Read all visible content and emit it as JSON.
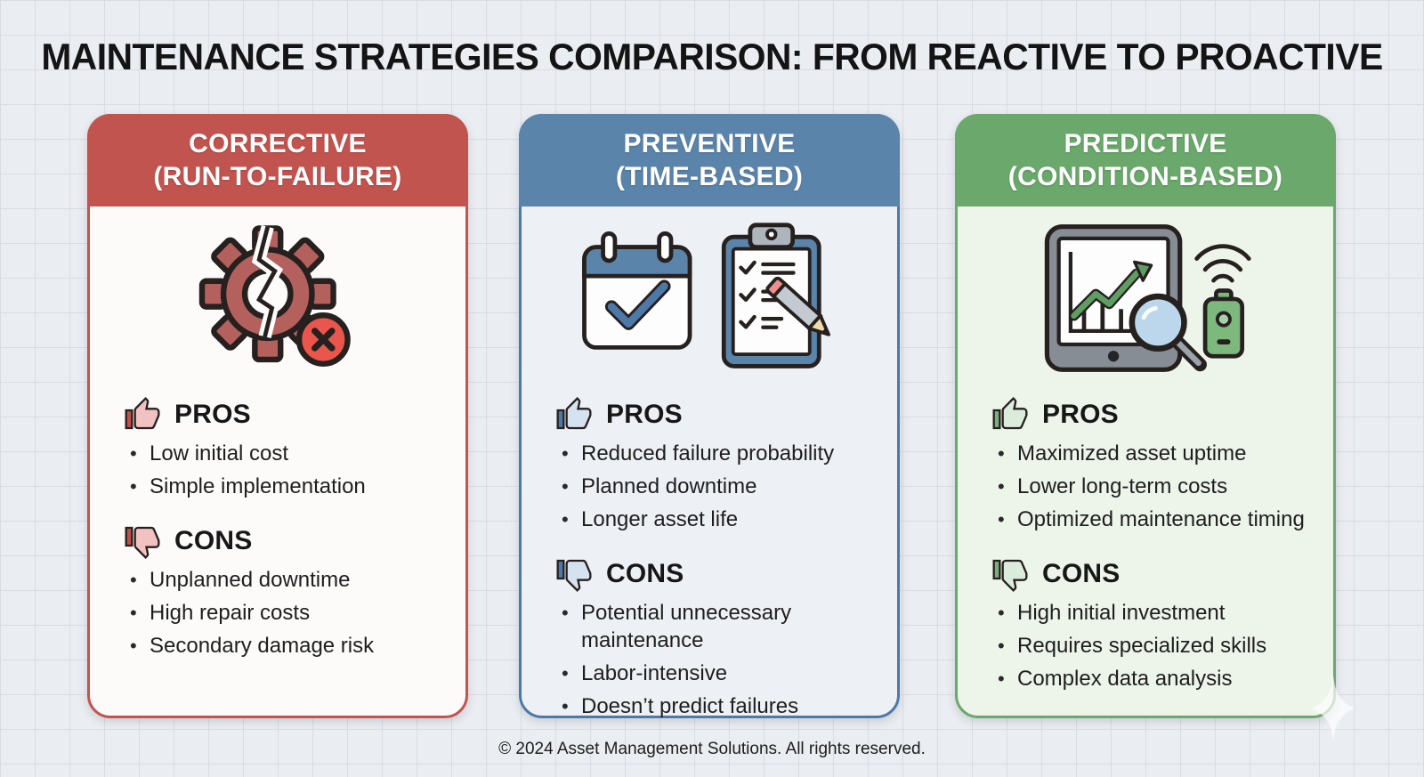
{
  "title": "MAINTENANCE STRATEGIES COMPARISON: FROM REACTIVE TO PROACTIVE",
  "footer": "© 2024 Asset Management Solutions. All rights reserved.",
  "colors": {
    "corrective_accent": "#c2544f",
    "preventive_accent": "#5b84ab",
    "predictive_accent": "#6aa86b",
    "corrective_body": "#fcfbfa",
    "preventive_body": "#edf0f5",
    "predictive_body": "#edf4ea"
  },
  "cards": [
    {
      "name": "corrective",
      "header": {
        "line1": "CORRECTIVE",
        "line2": "(RUN-TO-FAILURE)"
      },
      "icon": "broken-gear-icon",
      "pros": {
        "label": "PROS",
        "items": [
          "Low initial cost",
          "Simple implementation"
        ]
      },
      "cons": {
        "label": "CONS",
        "items": [
          "Unplanned downtime",
          "High repair costs",
          "Secondary damage risk"
        ]
      }
    },
    {
      "name": "preventive",
      "header": {
        "line1": "PREVENTIVE",
        "line2": "(TIME-BASED)"
      },
      "icon": "calendar-checklist-icon",
      "pros": {
        "label": "PROS",
        "items": [
          "Reduced failure probability",
          "Planned downtime",
          "Longer asset life"
        ]
      },
      "cons": {
        "label": "CONS",
        "items": [
          "Potential unnecessary maintenance",
          "Labor-intensive",
          "Doesn’t predict failures"
        ]
      }
    },
    {
      "name": "predictive",
      "header": {
        "line1": "PREDICTIVE",
        "line2": "(CONDITION-BASED)"
      },
      "icon": "tablet-monitoring-icon",
      "pros": {
        "label": "PROS",
        "items": [
          "Maximized asset uptime",
          "Lower long-term costs",
          "Optimized maintenance timing"
        ]
      },
      "cons": {
        "label": "CONS",
        "items": [
          "High initial investment",
          "Requires specialized skills",
          "Complex data analysis"
        ]
      }
    }
  ]
}
